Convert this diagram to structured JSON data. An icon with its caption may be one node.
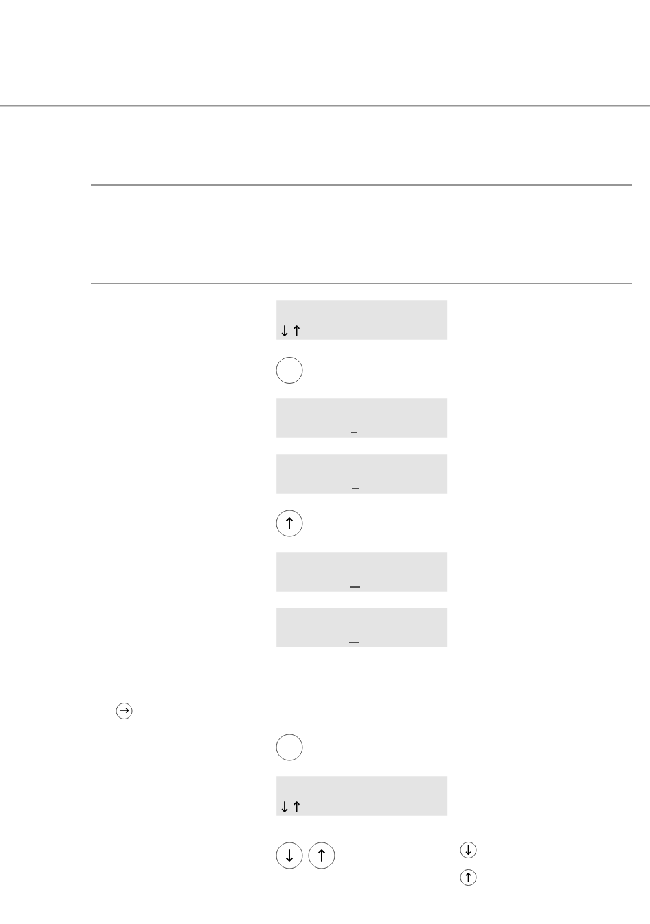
{
  "diagram": {
    "nodes": [
      {
        "text": [
          "↓↑"
        ]
      },
      {
        "text": [],
        "shape": "circle"
      },
      {
        "text": [],
        "shape": "box"
      },
      {
        "text": [],
        "shape": "box"
      },
      {
        "text": [
          "↑"
        ]
      },
      {
        "text": [],
        "shape": "box"
      },
      {
        "text": [],
        "shape": "box"
      },
      {
        "text": [
          "→"
        ]
      },
      {
        "text": [],
        "shape": "circle"
      },
      {
        "text": [
          "↓↑"
        ]
      },
      {
        "text": [
          "↓"
        ]
      },
      {
        "text": [
          "↑"
        ]
      },
      {
        "text": [
          "↓"
        ]
      },
      {
        "text": [
          "↑"
        ]
      }
    ]
  }
}
